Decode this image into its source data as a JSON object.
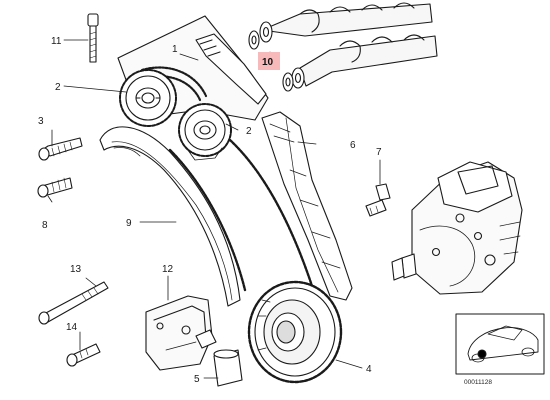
{
  "diagram": {
    "callouts": {
      "c1": "1",
      "c2a": "2",
      "c2b": "2",
      "c3": "3",
      "c4": "4",
      "c5": "5",
      "c6": "6",
      "c7": "7",
      "c8": "8",
      "c9": "9",
      "c10": "10",
      "c11": "11",
      "c12": "12",
      "c13": "13",
      "c14": "14"
    },
    "highlighted_part": "10",
    "reference_number": "00011128",
    "highlight_color": "#f7b9b9"
  }
}
